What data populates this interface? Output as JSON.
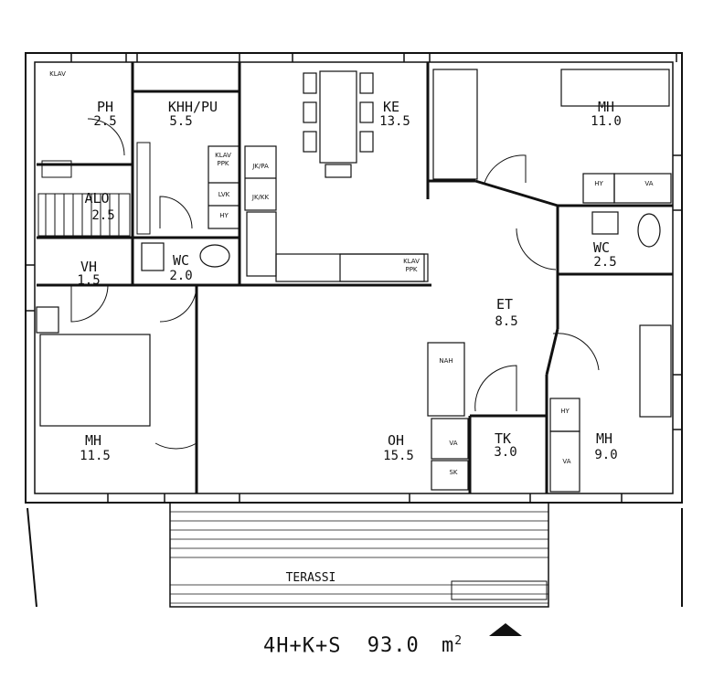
{
  "rooms": [
    {
      "id": "ph",
      "name": "PH",
      "area": "2.5"
    },
    {
      "id": "khh",
      "name": "KHH/PU",
      "area": "5.5"
    },
    {
      "id": "ke",
      "name": "KE",
      "area": "13.5"
    },
    {
      "id": "mh-ne",
      "name": "MH",
      "area": "11.0"
    },
    {
      "id": "alo",
      "name": "ALO",
      "area": "2.5"
    },
    {
      "id": "vh",
      "name": "VH",
      "area": "1.5"
    },
    {
      "id": "wc-1",
      "name": "WC",
      "area": "2.0"
    },
    {
      "id": "wc-2",
      "name": "WC",
      "area": "2.5"
    },
    {
      "id": "et",
      "name": "ET",
      "area": "8.5"
    },
    {
      "id": "oh",
      "name": "OH",
      "area": "15.5"
    },
    {
      "id": "tk",
      "name": "TK",
      "area": "3.0"
    },
    {
      "id": "mh-w",
      "name": "MH",
      "area": "11.5"
    },
    {
      "id": "mh-se",
      "name": "MH",
      "area": "9.0"
    }
  ],
  "fixtures": {
    "klav_ph": "KLAV",
    "klav_khh": "KLAV",
    "ppk": "PPK",
    "jk_pa": "JK/PA",
    "lvk": "LVK",
    "jk_kk": "JK/KK",
    "hy_khh": "HY",
    "klav_ke": "KLAV",
    "ppk_ke": "PPK",
    "hy_mh": "HY",
    "va_mh": "VA",
    "nah": "NAH",
    "va_oh": "VA",
    "sk": "SK",
    "hy_tk": "HY",
    "va_tk": "VA"
  },
  "terrace_label": "TERASSI",
  "summary": {
    "layout": "4H+K+S",
    "area": "93.0",
    "unit": "m",
    "exp": "2"
  }
}
